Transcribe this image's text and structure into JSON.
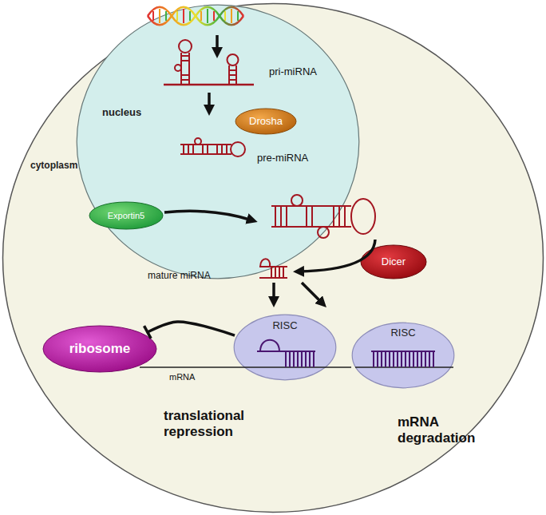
{
  "diagram": {
    "nodes": [
      {
        "text": [
          "cytoplasm"
        ]
      },
      {
        "text": [
          "nucleus"
        ],
        "in": 0
      },
      {
        "text": [
          "Drosha"
        ],
        "in": 1
      },
      {
        "text": [
          "Exportin5"
        ],
        "in": 0
      },
      {
        "text": [
          "Dicer"
        ],
        "in": 0
      },
      {
        "text": [
          "RISC"
        ],
        "in": 0
      },
      {
        "text": [
          "RISC"
        ],
        "in": 0
      },
      {
        "text": [
          "ribosome"
        ],
        "in": 0
      }
    ],
    "edges": [
      {
        "from": 5,
        "to": 7,
        "arrow": "to"
      }
    ],
    "labels": [
      "pri-miRNA",
      "pre-miRNA",
      "mature miRNA",
      "mRNA",
      "translational repression",
      "mRNA degradation"
    ]
  }
}
